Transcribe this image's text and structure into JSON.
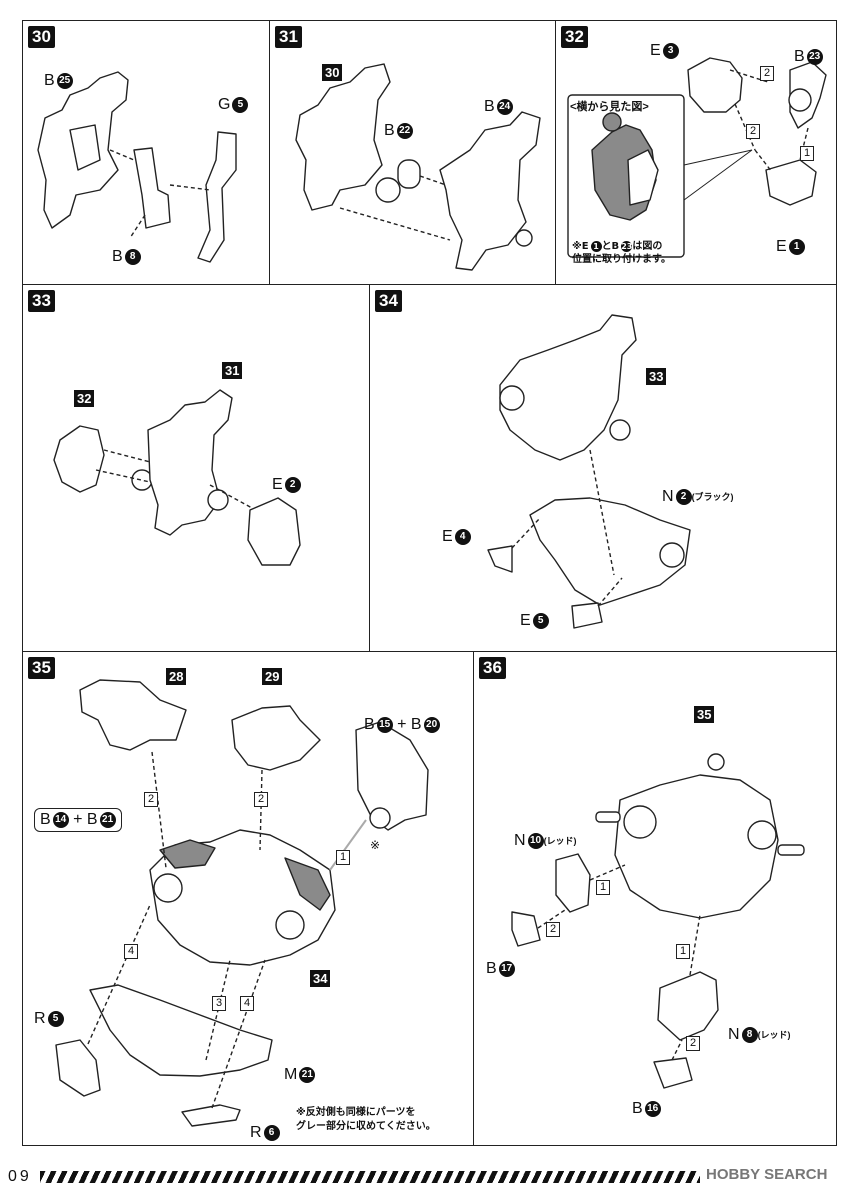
{
  "page_number": "09",
  "watermark": "HOBBY SEARCH",
  "steps": {
    "s30": {
      "num": "30",
      "parts": {
        "b25": {
          "letter": "B",
          "n": "25"
        },
        "g5": {
          "letter": "G",
          "n": "5"
        },
        "b8": {
          "letter": "B",
          "n": "8"
        }
      }
    },
    "s31": {
      "num": "31",
      "ref": "30",
      "parts": {
        "b22": {
          "letter": "B",
          "n": "22"
        },
        "b24": {
          "letter": "B",
          "n": "24"
        }
      }
    },
    "s32": {
      "num": "32",
      "side_view_title": "<横から見た図>",
      "note_line1": "※E",
      "note_n1": "1",
      "note_and": "とB",
      "note_n2": "23",
      "note_line1_end": "は図の",
      "note_line2": "位置に取り付けます。",
      "parts": {
        "e3": {
          "letter": "E",
          "n": "3"
        },
        "b23": {
          "letter": "B",
          "n": "23"
        },
        "e1": {
          "letter": "E",
          "n": "1"
        }
      },
      "order": [
        "2",
        "2",
        "1"
      ]
    },
    "s33": {
      "num": "33",
      "ref_a": "31",
      "ref_b": "32",
      "parts": {
        "e2": {
          "letter": "E",
          "n": "2"
        }
      }
    },
    "s34": {
      "num": "34",
      "ref": "33",
      "parts": {
        "n2": {
          "letter": "N",
          "n": "2",
          "color": "(ブラック)"
        },
        "e4": {
          "letter": "E",
          "n": "4"
        },
        "e5": {
          "letter": "E",
          "n": "5"
        }
      }
    },
    "s35": {
      "num": "35",
      "ref_a": "28",
      "ref_b": "29",
      "ref_c": "34",
      "parts": {
        "b15": {
          "letter": "B",
          "n": "15"
        },
        "plus": "+",
        "b20": {
          "letter": "B",
          "n": "20"
        },
        "b14": {
          "letter": "B",
          "n": "14"
        },
        "b21": {
          "letter": "B",
          "n": "21"
        },
        "r5": {
          "letter": "R",
          "n": "5"
        },
        "m21": {
          "letter": "M",
          "n": "21"
        },
        "r6": {
          "letter": "R",
          "n": "6"
        }
      },
      "asterisk": "※",
      "note_line1": "※反対側も同様にパーツを",
      "note_line2": "グレー部分に収めてください。",
      "order": [
        "2",
        "2",
        "1",
        "4",
        "3",
        "4"
      ]
    },
    "s36": {
      "num": "36",
      "ref": "35",
      "parts": {
        "n10": {
          "letter": "N",
          "n": "10",
          "color": "(レッド)"
        },
        "b17": {
          "letter": "B",
          "n": "17"
        },
        "n8": {
          "letter": "N",
          "n": "8",
          "color": "(レッド)"
        },
        "b16": {
          "letter": "B",
          "n": "16"
        }
      },
      "order": [
        "1",
        "2",
        "1",
        "2"
      ]
    }
  },
  "colors": {
    "line": "#222222",
    "gray_fill": "#8a8a8a",
    "bg": "#ffffff"
  }
}
